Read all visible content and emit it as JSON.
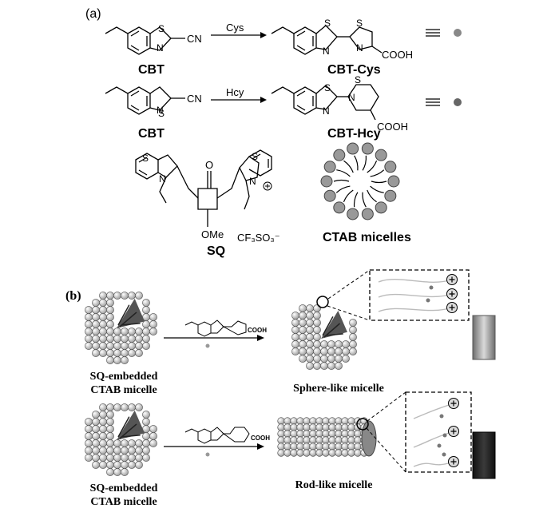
{
  "panel_a": {
    "label": "(a)",
    "row1": {
      "reactant": "CBT",
      "reagent": "Cys",
      "product": "CBT-Cys",
      "cooh": "COOH",
      "cn": "CN"
    },
    "row2": {
      "reactant": "CBT",
      "reagent": "Hcy",
      "product": "CBT-Hcy",
      "cooh": "COOH",
      "cn": "CN"
    },
    "sq": {
      "label": "SQ",
      "ome": "OMe",
      "counterion": "CF₃SO₃⁻",
      "o": "O"
    },
    "micelle_label": "CTAB micelles",
    "atoms": {
      "S": "S",
      "N": "N"
    }
  },
  "panel_b": {
    "label": "(b)",
    "left_caption_1": "SQ-embedded CTAB micelle",
    "left_caption_2": "SQ-embedded CTAB micelle",
    "right_caption_1": "Sphere-like micelle",
    "right_caption_2": "Rod-like micelle",
    "cooh_small": "COOH"
  },
  "colors": {
    "grey_dot": "#888888",
    "dark_vial": "#222222",
    "light_vial": "#a8a8a8"
  }
}
